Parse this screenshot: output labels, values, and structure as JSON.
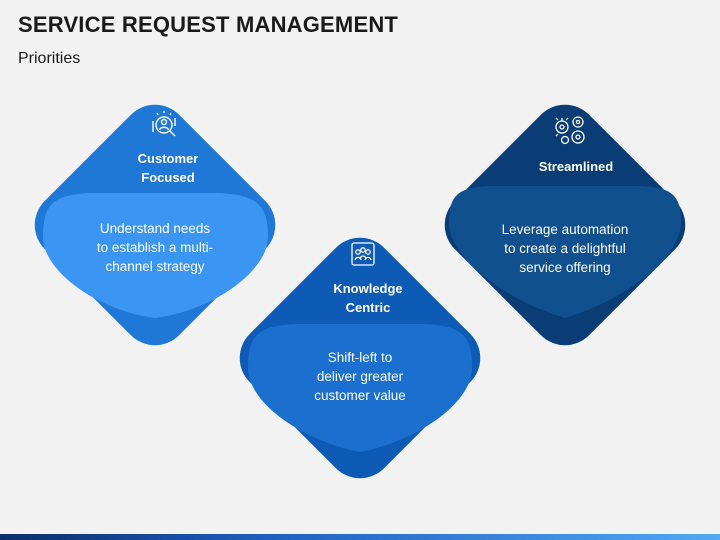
{
  "header": {
    "title": "SERVICE REQUEST MANAGEMENT",
    "subtitle": "Priorities"
  },
  "cards": [
    {
      "label": "Customer\nFocused",
      "description": "Understand needs\nto establish a multi-\nchannel strategy",
      "icon": "customer-search-icon",
      "outer_color": "#1f78d6",
      "inner_color": "#3b95f2"
    },
    {
      "label": "Knowledge\nCentric",
      "description": "Shift-left to\ndeliver greater\ncustomer value",
      "icon": "team-network-icon",
      "outer_color": "#0d5bb4",
      "inner_color": "#1b70cf"
    },
    {
      "label": "Streamlined",
      "description": "Leverage automation\nto create a delightful\nservice offering",
      "icon": "gears-icon",
      "outer_color": "#0a3d75",
      "inner_color": "#10508f"
    }
  ]
}
